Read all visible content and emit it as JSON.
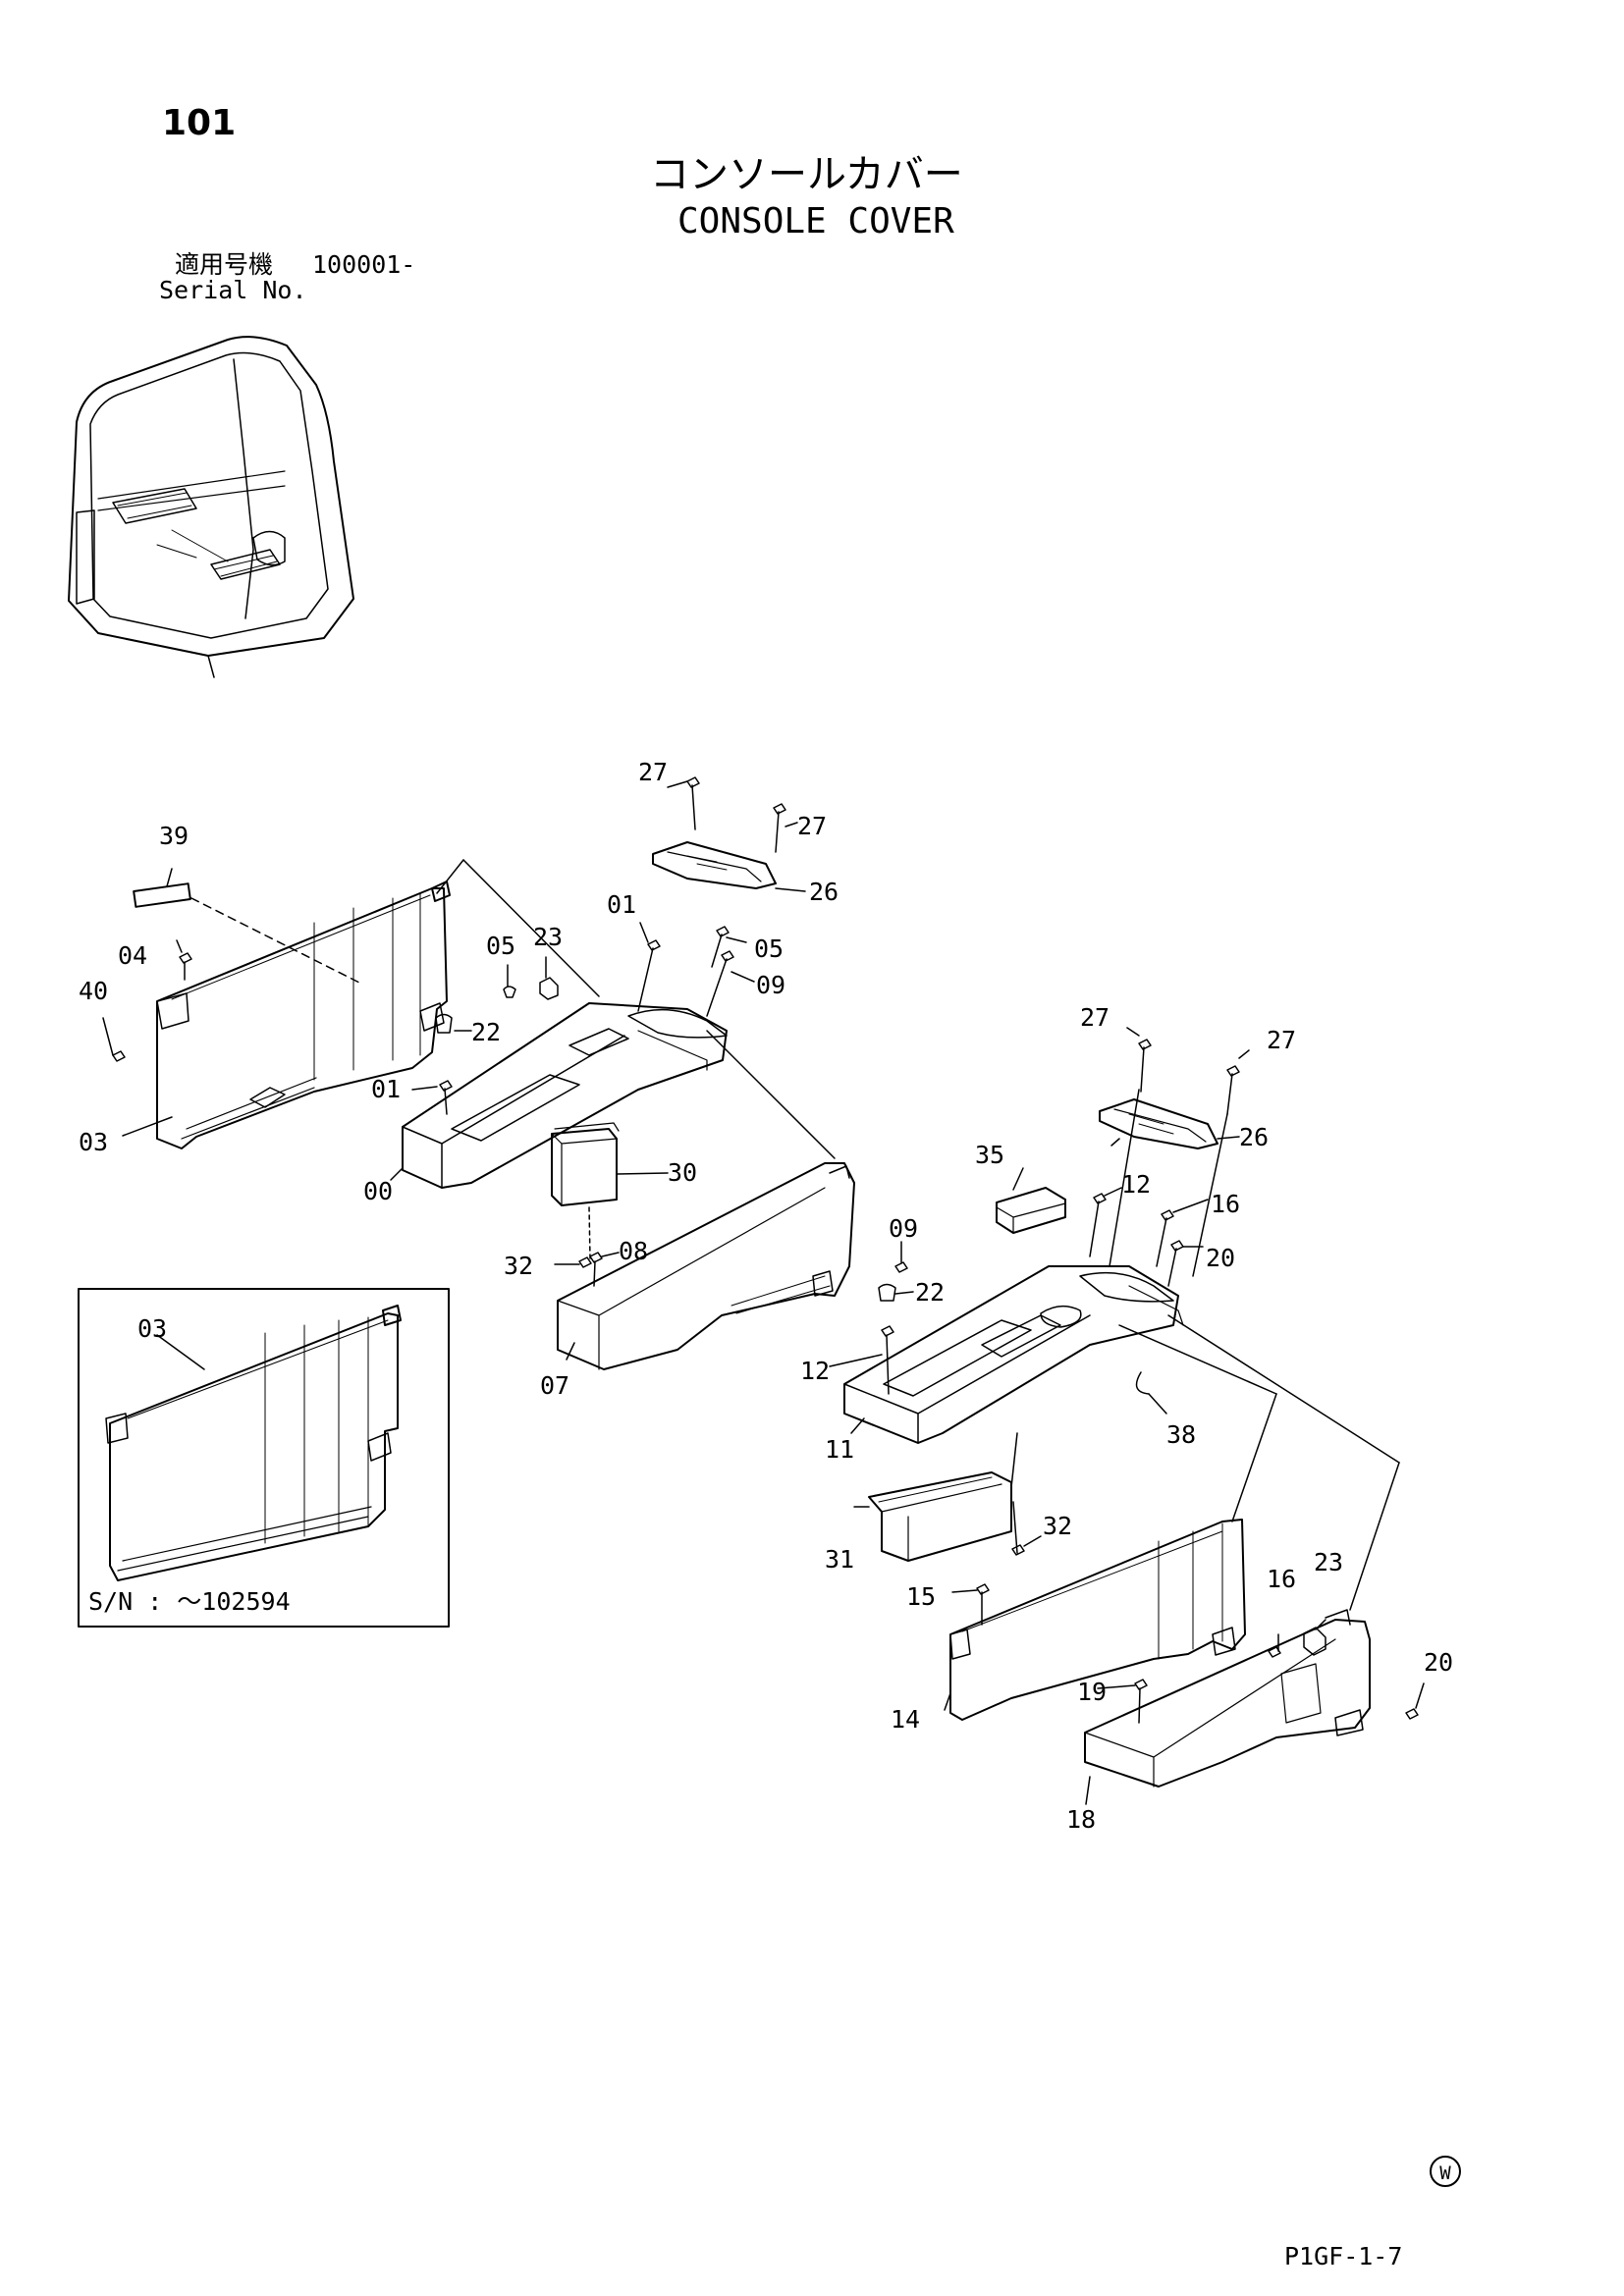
{
  "header": {
    "page_number": "101",
    "title_jp": "コンソールカバー",
    "title_en": "CONSOLE COVER",
    "serial_label_jp": "適用号機",
    "serial_label_en": "Serial No.",
    "serial_value": "100001-"
  },
  "inset": {
    "callout": "03",
    "sn_note": "S/N : ～102594"
  },
  "callouts": {
    "c00": "00",
    "c01a": "01",
    "c01b": "01",
    "c03": "03",
    "c04": "04",
    "c05a": "05",
    "c05b": "05",
    "c07": "07",
    "c08": "08",
    "c09a": "09",
    "c09b": "09",
    "c11": "11",
    "c12a": "12",
    "c12b": "12",
    "c14": "14",
    "c15": "15",
    "c16a": "16",
    "c16b": "16",
    "c18": "18",
    "c19": "19",
    "c20a": "20",
    "c20b": "20",
    "c22a": "22",
    "c22b": "22",
    "c23a": "23",
    "c23b": "23",
    "c26a": "26",
    "c26b": "26",
    "c27a": "27",
    "c27b": "27",
    "c27c": "27",
    "c27d": "27",
    "c30": "30",
    "c31": "31",
    "c32a": "32",
    "c32b": "32",
    "c35": "35",
    "c38": "38",
    "c39": "39",
    "c40": "40"
  },
  "footer": {
    "maker_mark": "W",
    "page_code": "P1GF-1-7"
  }
}
